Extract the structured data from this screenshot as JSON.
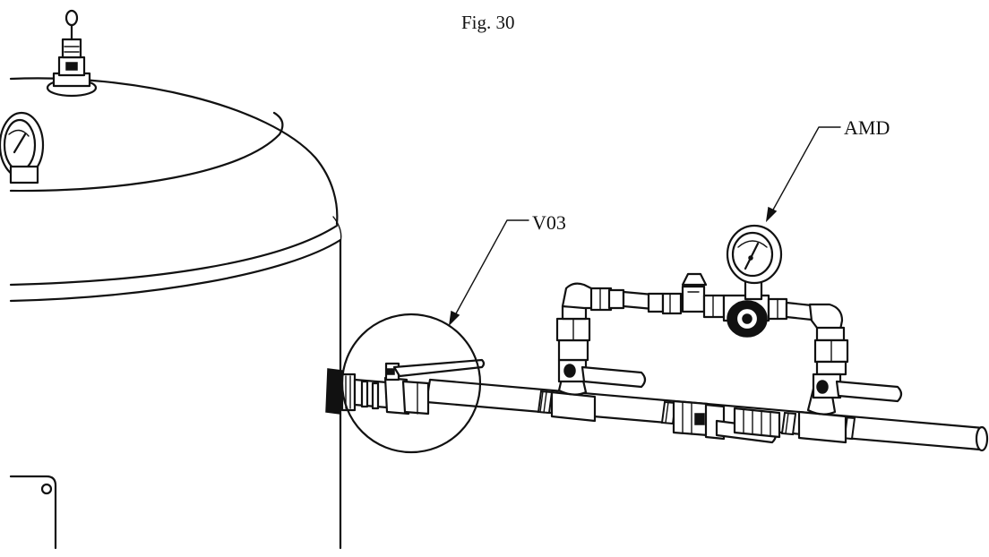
{
  "figure": {
    "caption": "Fig. 30"
  },
  "callouts": {
    "amd": "AMD",
    "v03": "V03"
  }
}
